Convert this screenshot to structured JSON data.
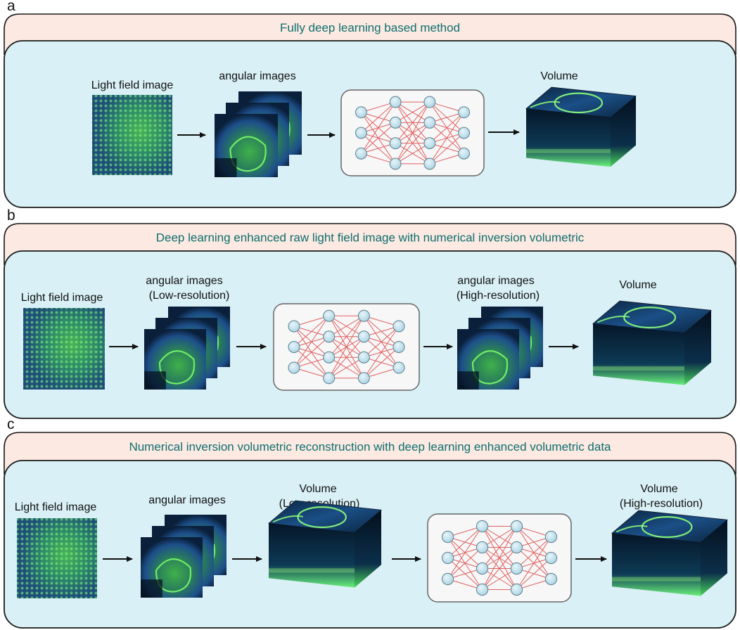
{
  "panels": [
    {
      "letter": "a",
      "title": "Fully deep learning based method",
      "labels": {
        "lightfield": "Light field image",
        "angular": "angular images",
        "volume": "Volume"
      }
    },
    {
      "letter": "b",
      "title": "Deep learning enhanced raw light field image with numerical inversion volumetric",
      "labels": {
        "lightfield": "Light field image",
        "angular_lr_1": "angular images",
        "angular_lr_2": "(Low-resolution)",
        "angular_hr_1": "angular images",
        "angular_hr_2": "(High-resolution)",
        "volume": "Volume"
      }
    },
    {
      "letter": "c",
      "title": "Numerical inversion volumetric reconstruction with deep learning enhanced volumetric data",
      "labels": {
        "lightfield": "Light field image",
        "angular": "angular images",
        "vol_lr_1": "Volume",
        "vol_lr_2": "(Low-resolution)",
        "vol_hr_1": "Volume",
        "vol_hr_2": "(High-resolution)"
      }
    }
  ],
  "colors": {
    "header_fill": "#fbe9e2",
    "body_fill": "#d9f0f6",
    "border": "#1a1a1a",
    "title_text": "#0f6e6e",
    "net_node": "#bcdde8",
    "net_edge": "#e06060",
    "net_box": "#f7f7f7"
  }
}
